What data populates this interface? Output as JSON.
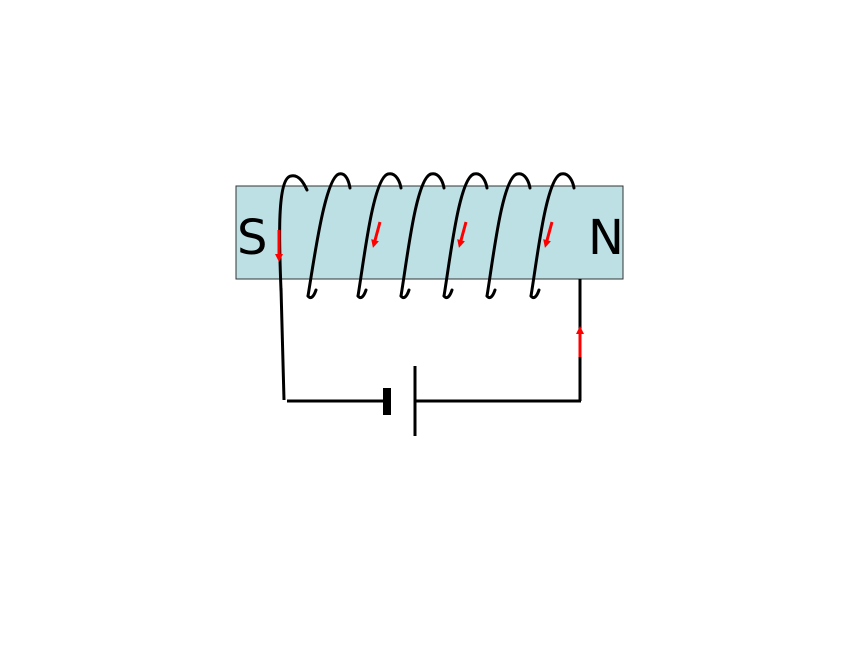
{
  "diagram": {
    "core": {
      "fill_color": "#bde0e4",
      "stroke_color": "#333333"
    },
    "poles": {
      "left": "S",
      "right": "N"
    },
    "wire_color": "#000000",
    "current_arrow_color": "#ff0000",
    "coil_turns": 7,
    "battery": {
      "symbol": "battery-cell"
    }
  }
}
